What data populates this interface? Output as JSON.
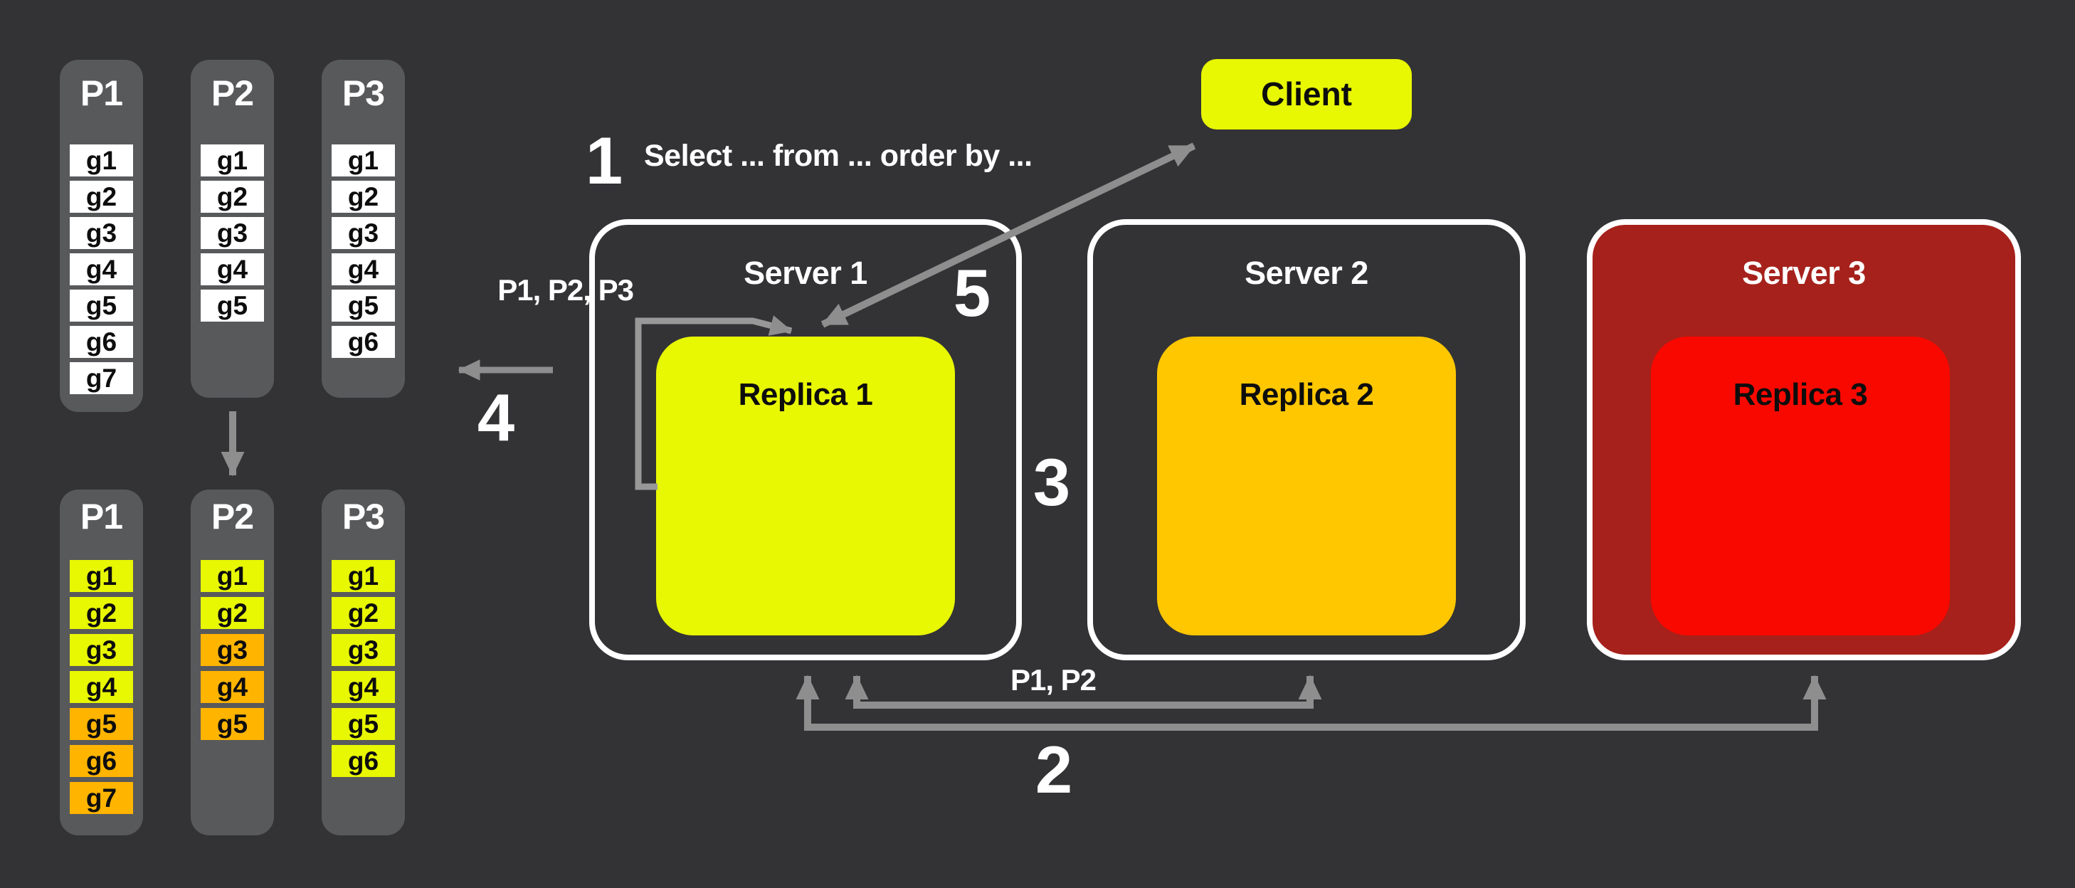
{
  "diagram": {
    "client_label": "Client",
    "query_text": "Select ... from ... order by ...",
    "steps": {
      "s1": "1",
      "s2": "2",
      "s3": "3",
      "s4": "4",
      "s5": "5"
    },
    "labels": {
      "partitions_to_replica1": "P1, P2, P3",
      "partitions_to_server2": "P1, P2"
    },
    "servers": [
      {
        "name": "Server 1",
        "replica": "Replica 1"
      },
      {
        "name": "Server 2",
        "replica": "Replica 2"
      },
      {
        "name": "Server 3",
        "replica": "Replica 3"
      }
    ],
    "partitions_before": [
      {
        "name": "P1",
        "groups": [
          "g1",
          "g2",
          "g3",
          "g4",
          "g5",
          "g6",
          "g7"
        ]
      },
      {
        "name": "P2",
        "groups": [
          "g1",
          "g2",
          "g3",
          "g4",
          "g5"
        ]
      },
      {
        "name": "P3",
        "groups": [
          "g1",
          "g2",
          "g3",
          "g4",
          "g5",
          "g6"
        ]
      }
    ],
    "partitions_after": [
      {
        "name": "P1",
        "groups": [
          "g1",
          "g2",
          "g3",
          "g4",
          "g5",
          "g6",
          "g7"
        ],
        "states": [
          "cold",
          "cold",
          "cold",
          "cold",
          "hot",
          "hot",
          "hot"
        ]
      },
      {
        "name": "P2",
        "groups": [
          "g1",
          "g2",
          "g3",
          "g4",
          "g5"
        ],
        "states": [
          "cold",
          "cold",
          "hot",
          "hot",
          "hot"
        ]
      },
      {
        "name": "P3",
        "groups": [
          "g1",
          "g2",
          "g3",
          "g4",
          "g5",
          "g6"
        ],
        "states": [
          "cold",
          "cold",
          "cold",
          "cold",
          "cold",
          "cold"
        ]
      }
    ],
    "colors": {
      "background": "#333336",
      "column_gray": "#58595B",
      "item_white": "#FFFFFF",
      "yellow": "#E8F702",
      "orange_hot": "#FFB400",
      "amber_replica2": "#FFC700",
      "red_replica3": "#F90800",
      "dark_red_server3": "#A6211B",
      "arrow_gray": "#8E8E8E",
      "text_white": "#FFFFFF",
      "text_black": "#0D0D0D"
    }
  }
}
